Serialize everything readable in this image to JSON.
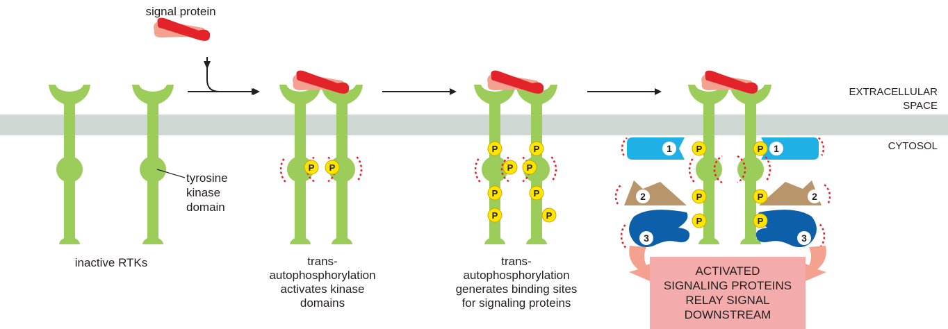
{
  "labels": {
    "signal_protein": "signal protein",
    "tyrosine_kinase_domain": [
      "tyrosine",
      "kinase",
      "domain"
    ],
    "inactive_rtks": "inactive RTKs",
    "stage2_caption": [
      "trans-",
      "autophosphorylation",
      "activates kinase",
      "domains"
    ],
    "stage3_caption": [
      "trans-",
      "autophosphorylation",
      "generates binding sites",
      "for signaling proteins"
    ],
    "extracellular_space": [
      "EXTRACELLULAR",
      "SPACE"
    ],
    "cytosol": "CYTOSOL",
    "activated_box": [
      "ACTIVATED",
      "SIGNALING PROTEINS",
      "RELAY SIGNAL",
      "DOWNSTREAM"
    ]
  },
  "phosphate_label": "P",
  "signaling_protein_numbers": [
    "1",
    "2",
    "3"
  ],
  "colors": {
    "membrane": "#cfd8d3",
    "receptor": "#9ccc5a",
    "signal_dark": "#e2232a",
    "signal_light": "#f4a28f",
    "phosphate": "#ffe500",
    "protein1": "#1fb0e6",
    "protein2": "#b8956a",
    "protein3": "#0e5fa9",
    "box": "#f4abab",
    "glow": "#e2232a"
  }
}
